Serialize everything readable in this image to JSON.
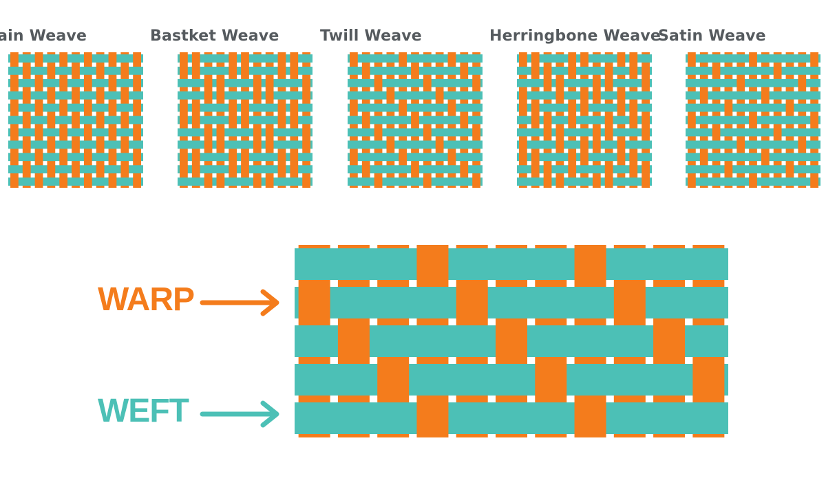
{
  "colors": {
    "warp": "#f47c1c",
    "weft": "#4cc0b6",
    "gap": "#ffffff",
    "title": "#555a5e"
  },
  "weaves": [
    {
      "key": "plain",
      "title": "Plain Weave"
    },
    {
      "key": "basket",
      "title": "Bastket Weave"
    },
    {
      "key": "twill",
      "title": "Twill Weave"
    },
    {
      "key": "herringbone",
      "title": "Herringbone Weave"
    },
    {
      "key": "satin",
      "title": "Satin Weave"
    }
  ],
  "legend": {
    "warp": {
      "label": "WARP",
      "arrow_icon": "arrow-right-icon"
    },
    "weft": {
      "label": "WEFT",
      "arrow_icon": "arrow-right-icon"
    }
  }
}
